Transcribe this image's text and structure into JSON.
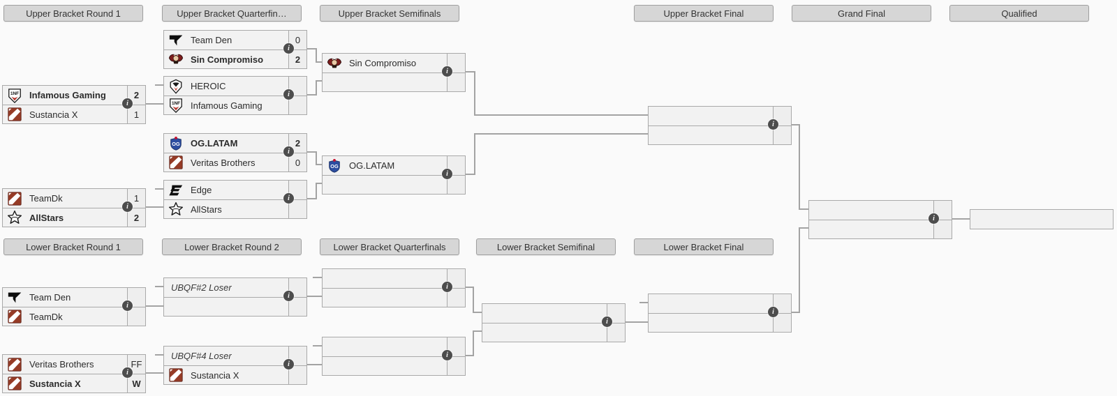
{
  "headers": {
    "upper": [
      {
        "label": "Upper Bracket Round 1"
      },
      {
        "label": "Upper Bracket Quarterfin…"
      },
      {
        "label": "Upper Bracket Semifinals"
      },
      {
        "label": "Upper Bracket Final"
      },
      {
        "label": "Grand Final"
      },
      {
        "label": "Qualified"
      }
    ],
    "lower": [
      {
        "label": "Lower Bracket Round 1"
      },
      {
        "label": "Lower Bracket Round 2"
      },
      {
        "label": "Lower Bracket Quarterfinals"
      },
      {
        "label": "Lower Bracket Semifinal"
      },
      {
        "label": "Lower Bracket Final"
      }
    ]
  },
  "colors": {
    "row_bg": "#f2f2f2",
    "score_bg": "#eeeeee",
    "border": "#a9a9a9",
    "header_bg": "#d6d6d6",
    "line": "#a3a3a3",
    "info_icon": "#4d4d4d",
    "dota_red": "#963b26",
    "og_blue": "#2c4da0",
    "accent_red": "#b3342c"
  },
  "info_icon_glyph": "i",
  "matches": [
    {
      "id": "ubr1m1",
      "slots": [
        {
          "name": "Infamous Gaming",
          "logo": "infamous-logo",
          "score": "2",
          "winner": true
        },
        {
          "name": "Sustancia X",
          "logo": "dota-logo",
          "score": "1",
          "winner": false
        }
      ]
    },
    {
      "id": "ubr1m2",
      "slots": [
        {
          "name": "TeamDk",
          "logo": "dota-logo",
          "score": "1",
          "winner": false
        },
        {
          "name": "AllStars",
          "logo": "allstars-logo",
          "score": "2",
          "winner": true
        }
      ]
    },
    {
      "id": "ubqf1",
      "slots": [
        {
          "name": "Team Den",
          "logo": "team-den-logo",
          "score": "0",
          "winner": false
        },
        {
          "name": "Sin Compromiso",
          "logo": "sin-compromiso-logo",
          "score": "2",
          "winner": true
        }
      ]
    },
    {
      "id": "ubqf2",
      "slots": [
        {
          "name": "HEROIC",
          "logo": "heroic-logo",
          "score": "",
          "winner": false
        },
        {
          "name": "Infamous Gaming",
          "logo": "infamous-logo",
          "score": "",
          "winner": false
        }
      ]
    },
    {
      "id": "ubqf3",
      "slots": [
        {
          "name": "OG.LATAM",
          "logo": "og-logo",
          "score": "2",
          "winner": true
        },
        {
          "name": "Veritas Brothers",
          "logo": "dota-logo",
          "score": "0",
          "winner": false
        }
      ]
    },
    {
      "id": "ubqf4",
      "slots": [
        {
          "name": "Edge",
          "logo": "edge-logo",
          "score": "",
          "winner": false
        },
        {
          "name": "AllStars",
          "logo": "allstars-logo",
          "score": "",
          "winner": false
        }
      ]
    },
    {
      "id": "ubsf1",
      "slots": [
        {
          "name": "Sin Compromiso",
          "logo": "sin-compromiso-logo",
          "score": "",
          "winner": false
        },
        {
          "name": "",
          "logo": null,
          "score": "",
          "winner": false
        }
      ]
    },
    {
      "id": "ubsf2",
      "slots": [
        {
          "name": "OG.LATAM",
          "logo": "og-logo",
          "score": "",
          "winner": false
        },
        {
          "name": "",
          "logo": null,
          "score": "",
          "winner": false
        }
      ]
    },
    {
      "id": "ubf",
      "slots": [
        {
          "name": "",
          "logo": null,
          "score": "",
          "winner": false
        },
        {
          "name": "",
          "logo": null,
          "score": "",
          "winner": false
        }
      ]
    },
    {
      "id": "gf",
      "slots": [
        {
          "name": "",
          "logo": null,
          "score": "",
          "winner": false
        },
        {
          "name": "",
          "logo": null,
          "score": "",
          "winner": false
        }
      ]
    },
    {
      "id": "qualified",
      "slots": [
        {
          "name": "",
          "logo": null,
          "score": "",
          "winner": false
        }
      ]
    },
    {
      "id": "lbr1m1",
      "slots": [
        {
          "name": "Team Den",
          "logo": "team-den-logo",
          "score": "",
          "winner": false
        },
        {
          "name": "TeamDk",
          "logo": "dota-logo",
          "score": "",
          "winner": false
        }
      ]
    },
    {
      "id": "lbr1m2",
      "slots": [
        {
          "name": "Veritas Brothers",
          "logo": "dota-logo",
          "score": "FF",
          "winner": false
        },
        {
          "name": "Sustancia X",
          "logo": "dota-logo",
          "score": "W",
          "winner": true
        }
      ]
    },
    {
      "id": "lbr2m1",
      "slots": [
        {
          "name": "UBQF#2 Loser",
          "logo": null,
          "score": "",
          "winner": false,
          "placeholder": true
        },
        {
          "name": "",
          "logo": null,
          "score": "",
          "winner": false
        }
      ]
    },
    {
      "id": "lbr2m2",
      "slots": [
        {
          "name": "UBQF#4 Loser",
          "logo": null,
          "score": "",
          "winner": false,
          "placeholder": true
        },
        {
          "name": "Sustancia X",
          "logo": "dota-logo",
          "score": "",
          "winner": false
        }
      ]
    },
    {
      "id": "lbqf1",
      "slots": [
        {
          "name": "",
          "logo": null,
          "score": "",
          "winner": false
        },
        {
          "name": "",
          "logo": null,
          "score": "",
          "winner": false
        }
      ]
    },
    {
      "id": "lbqf2",
      "slots": [
        {
          "name": "",
          "logo": null,
          "score": "",
          "winner": false
        },
        {
          "name": "",
          "logo": null,
          "score": "",
          "winner": false
        }
      ]
    },
    {
      "id": "lbsf",
      "slots": [
        {
          "name": "",
          "logo": null,
          "score": "",
          "winner": false
        },
        {
          "name": "",
          "logo": null,
          "score": "",
          "winner": false
        }
      ]
    },
    {
      "id": "lbf",
      "slots": [
        {
          "name": "",
          "logo": null,
          "score": "",
          "winner": false
        },
        {
          "name": "",
          "logo": null,
          "score": "",
          "winner": false
        }
      ]
    }
  ]
}
